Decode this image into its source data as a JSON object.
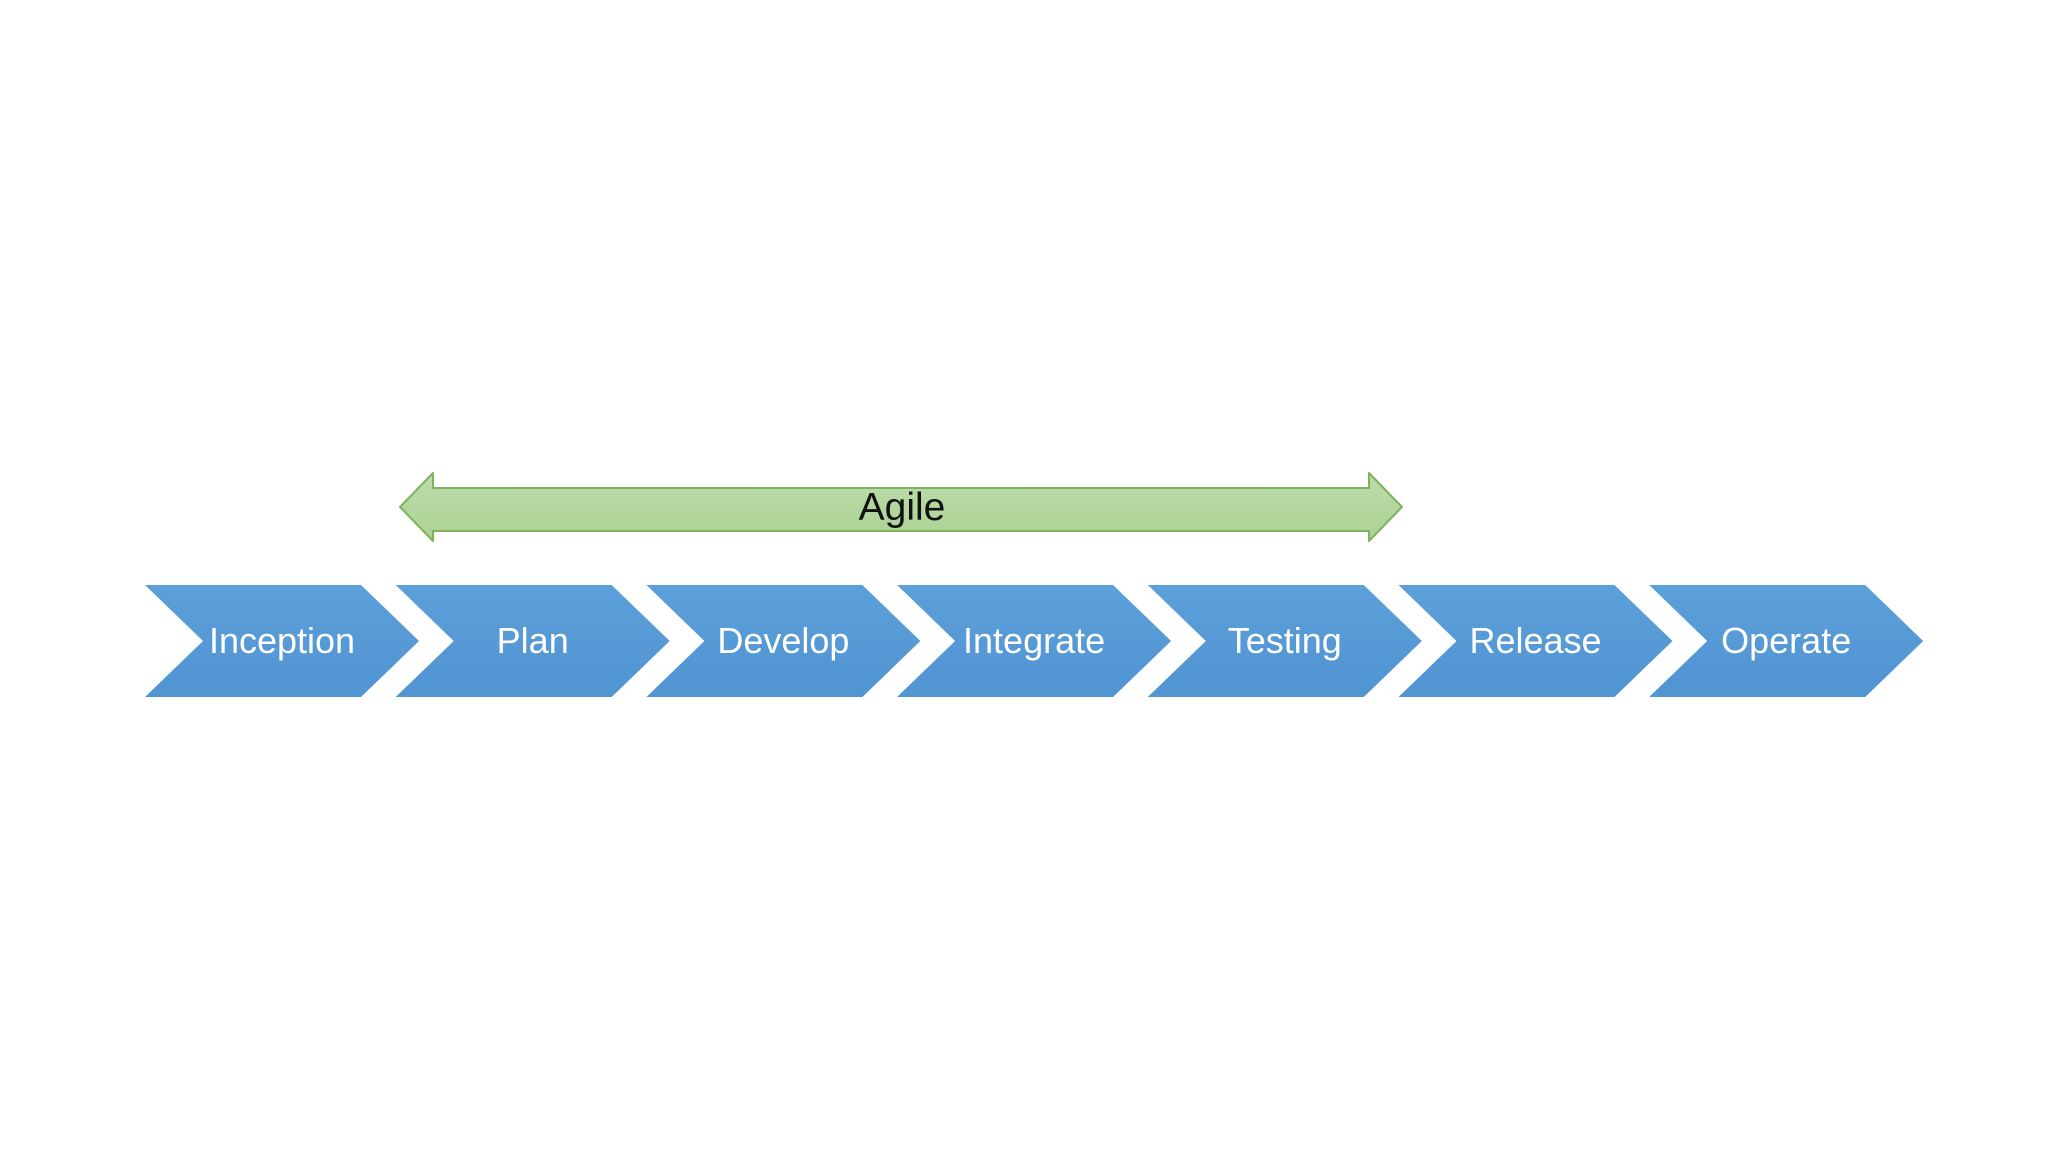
{
  "slide": {
    "background_color": "#ffffff"
  },
  "agile_arrow": {
    "label": "Agile",
    "fill_color": "#ABD294",
    "fill_color_light": "#BDDCAA",
    "border_color": "#7EB25F",
    "text_color": "#111111"
  },
  "process_flow": {
    "stage_fill_color": "#5295D3",
    "stage_fill_color_light": "#5CA0DA",
    "stage_text_color": "#ffffff",
    "stages": [
      {
        "label": "Inception"
      },
      {
        "label": "Plan"
      },
      {
        "label": "Develop"
      },
      {
        "label": "Integrate"
      },
      {
        "label": "Testing"
      },
      {
        "label": "Release"
      },
      {
        "label": "Operate"
      }
    ]
  }
}
